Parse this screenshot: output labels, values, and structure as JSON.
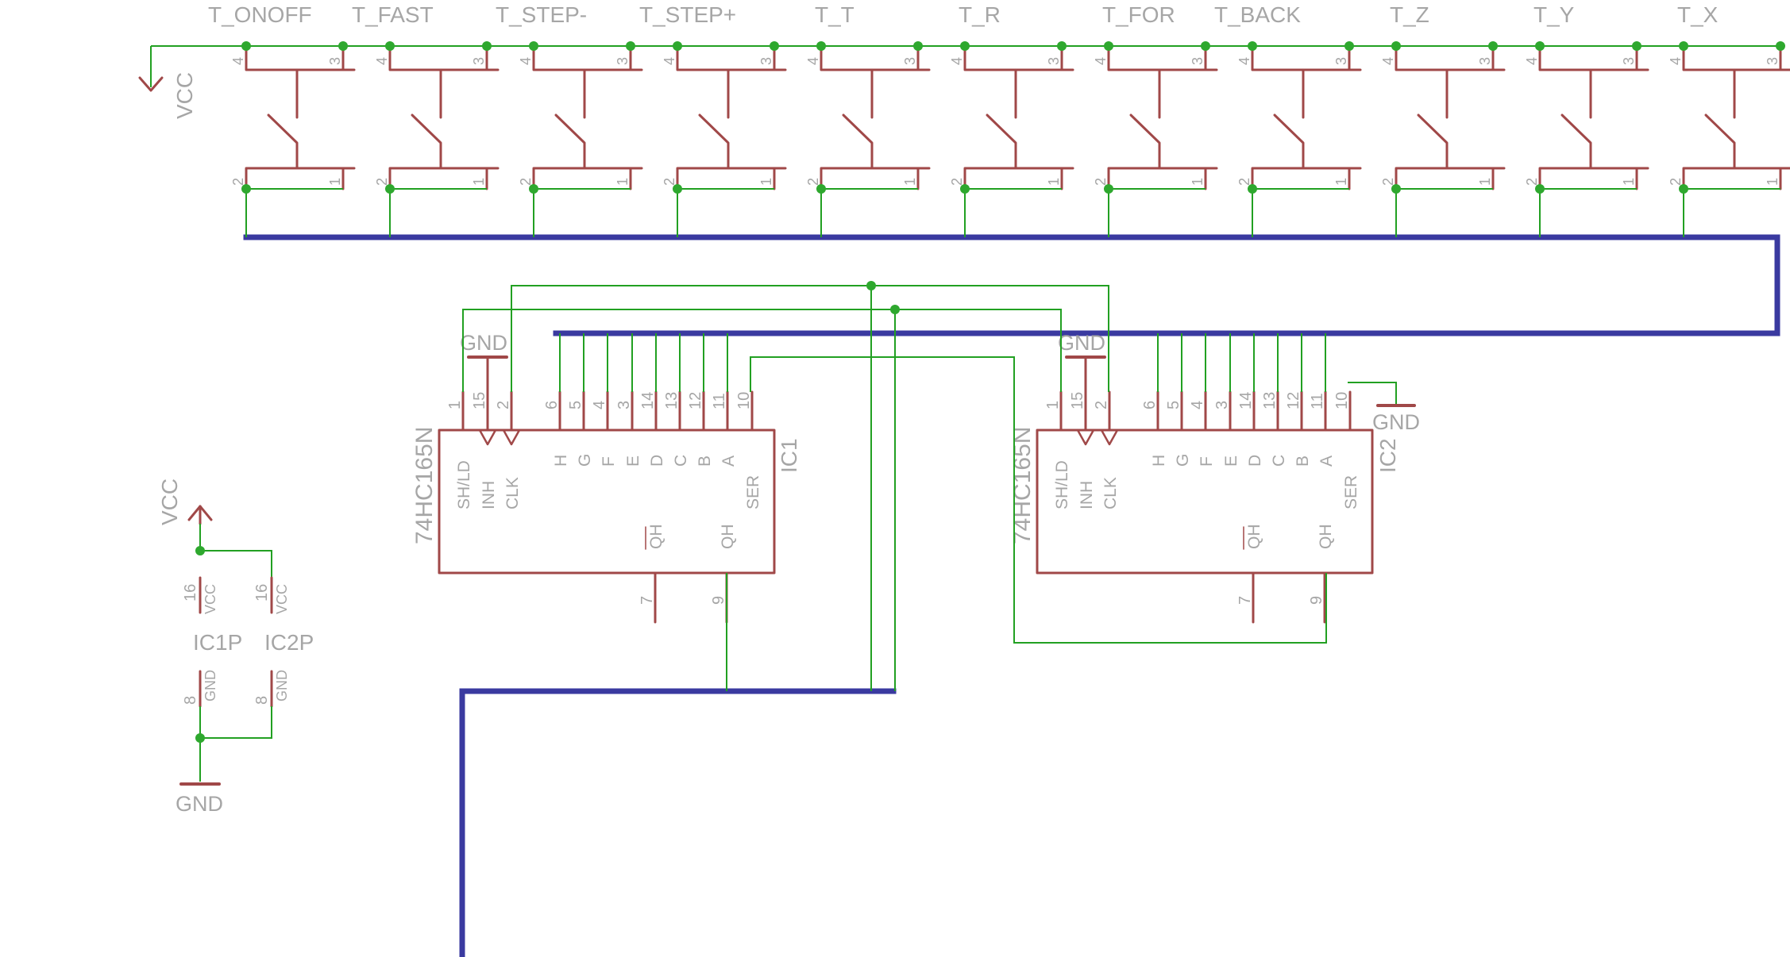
{
  "colors": {
    "background": "#ffffff",
    "symbol": "#a04848",
    "wire": "#22a022",
    "bus": "#3a3aa0",
    "junction": "#2ea82e",
    "text": "#a6a6a6"
  },
  "supply": {
    "vcc_top": "VCC",
    "vcc_left": "VCC",
    "gnd_bottom": "GND"
  },
  "switches": [
    {
      "name": "T_ONOFF",
      "pins": [
        "4",
        "3",
        "2",
        "1"
      ]
    },
    {
      "name": "T_FAST",
      "pins": [
        "4",
        "3",
        "2",
        "1"
      ]
    },
    {
      "name": "T_STEP-",
      "pins": [
        "4",
        "3",
        "2",
        "1"
      ]
    },
    {
      "name": "T_STEP+",
      "pins": [
        "4",
        "3",
        "2",
        "1"
      ]
    },
    {
      "name": "T_T",
      "pins": [
        "4",
        "3",
        "2",
        "1"
      ]
    },
    {
      "name": "T_R",
      "pins": [
        "4",
        "3",
        "2",
        "1"
      ]
    },
    {
      "name": "T_FOR",
      "pins": [
        "4",
        "3",
        "2",
        "1"
      ]
    },
    {
      "name": "T_BACK",
      "pins": [
        "4",
        "3",
        "2",
        "1"
      ]
    },
    {
      "name": "T_Z",
      "pins": [
        "4",
        "3",
        "2",
        "1"
      ]
    },
    {
      "name": "T_Y",
      "pins": [
        "4",
        "3",
        "2",
        "1"
      ]
    },
    {
      "name": "T_X",
      "pins": [
        "4",
        "3",
        "2",
        "1"
      ]
    }
  ],
  "ics": [
    {
      "name": "IC1",
      "part": "74HC165N",
      "gnd_label": "GND",
      "top_pins": [
        {
          "num": "1",
          "label": "SH/LD",
          "overbar": "LD"
        },
        {
          "num": "15",
          "label": "INH"
        },
        {
          "num": "2",
          "label": "CLK"
        },
        {
          "num": "6",
          "label": "H"
        },
        {
          "num": "5",
          "label": "G"
        },
        {
          "num": "4",
          "label": "F"
        },
        {
          "num": "3",
          "label": "E"
        },
        {
          "num": "14",
          "label": "D"
        },
        {
          "num": "13",
          "label": "C"
        },
        {
          "num": "12",
          "label": "B"
        },
        {
          "num": "11",
          "label": "A"
        },
        {
          "num": "10",
          "label": "SER"
        }
      ],
      "bottom_pins": [
        {
          "num": "7",
          "label": "QH",
          "overbar": "QH"
        },
        {
          "num": "9",
          "label": "QH"
        }
      ]
    },
    {
      "name": "IC2",
      "part": "74HC165N",
      "gnd_label": "GND",
      "ser_gnd_label": "GND",
      "top_pins": [
        {
          "num": "1",
          "label": "SH/LD",
          "overbar": "LD"
        },
        {
          "num": "15",
          "label": "INH"
        },
        {
          "num": "2",
          "label": "CLK"
        },
        {
          "num": "6",
          "label": "H"
        },
        {
          "num": "5",
          "label": "G"
        },
        {
          "num": "4",
          "label": "F"
        },
        {
          "num": "3",
          "label": "E"
        },
        {
          "num": "14",
          "label": "D"
        },
        {
          "num": "13",
          "label": "C"
        },
        {
          "num": "12",
          "label": "B"
        },
        {
          "num": "11",
          "label": "A"
        },
        {
          "num": "10",
          "label": "SER"
        }
      ],
      "bottom_pins": [
        {
          "num": "7",
          "label": "QH",
          "overbar": "QH"
        },
        {
          "num": "9",
          "label": "QH"
        }
      ]
    }
  ],
  "power_parts": [
    {
      "name": "IC1P",
      "vcc_num": "16",
      "vcc_label": "VCC",
      "gnd_num": "8",
      "gnd_label": "GND"
    },
    {
      "name": "IC2P",
      "vcc_num": "16",
      "vcc_label": "VCC",
      "gnd_num": "8",
      "gnd_label": "GND"
    }
  ]
}
